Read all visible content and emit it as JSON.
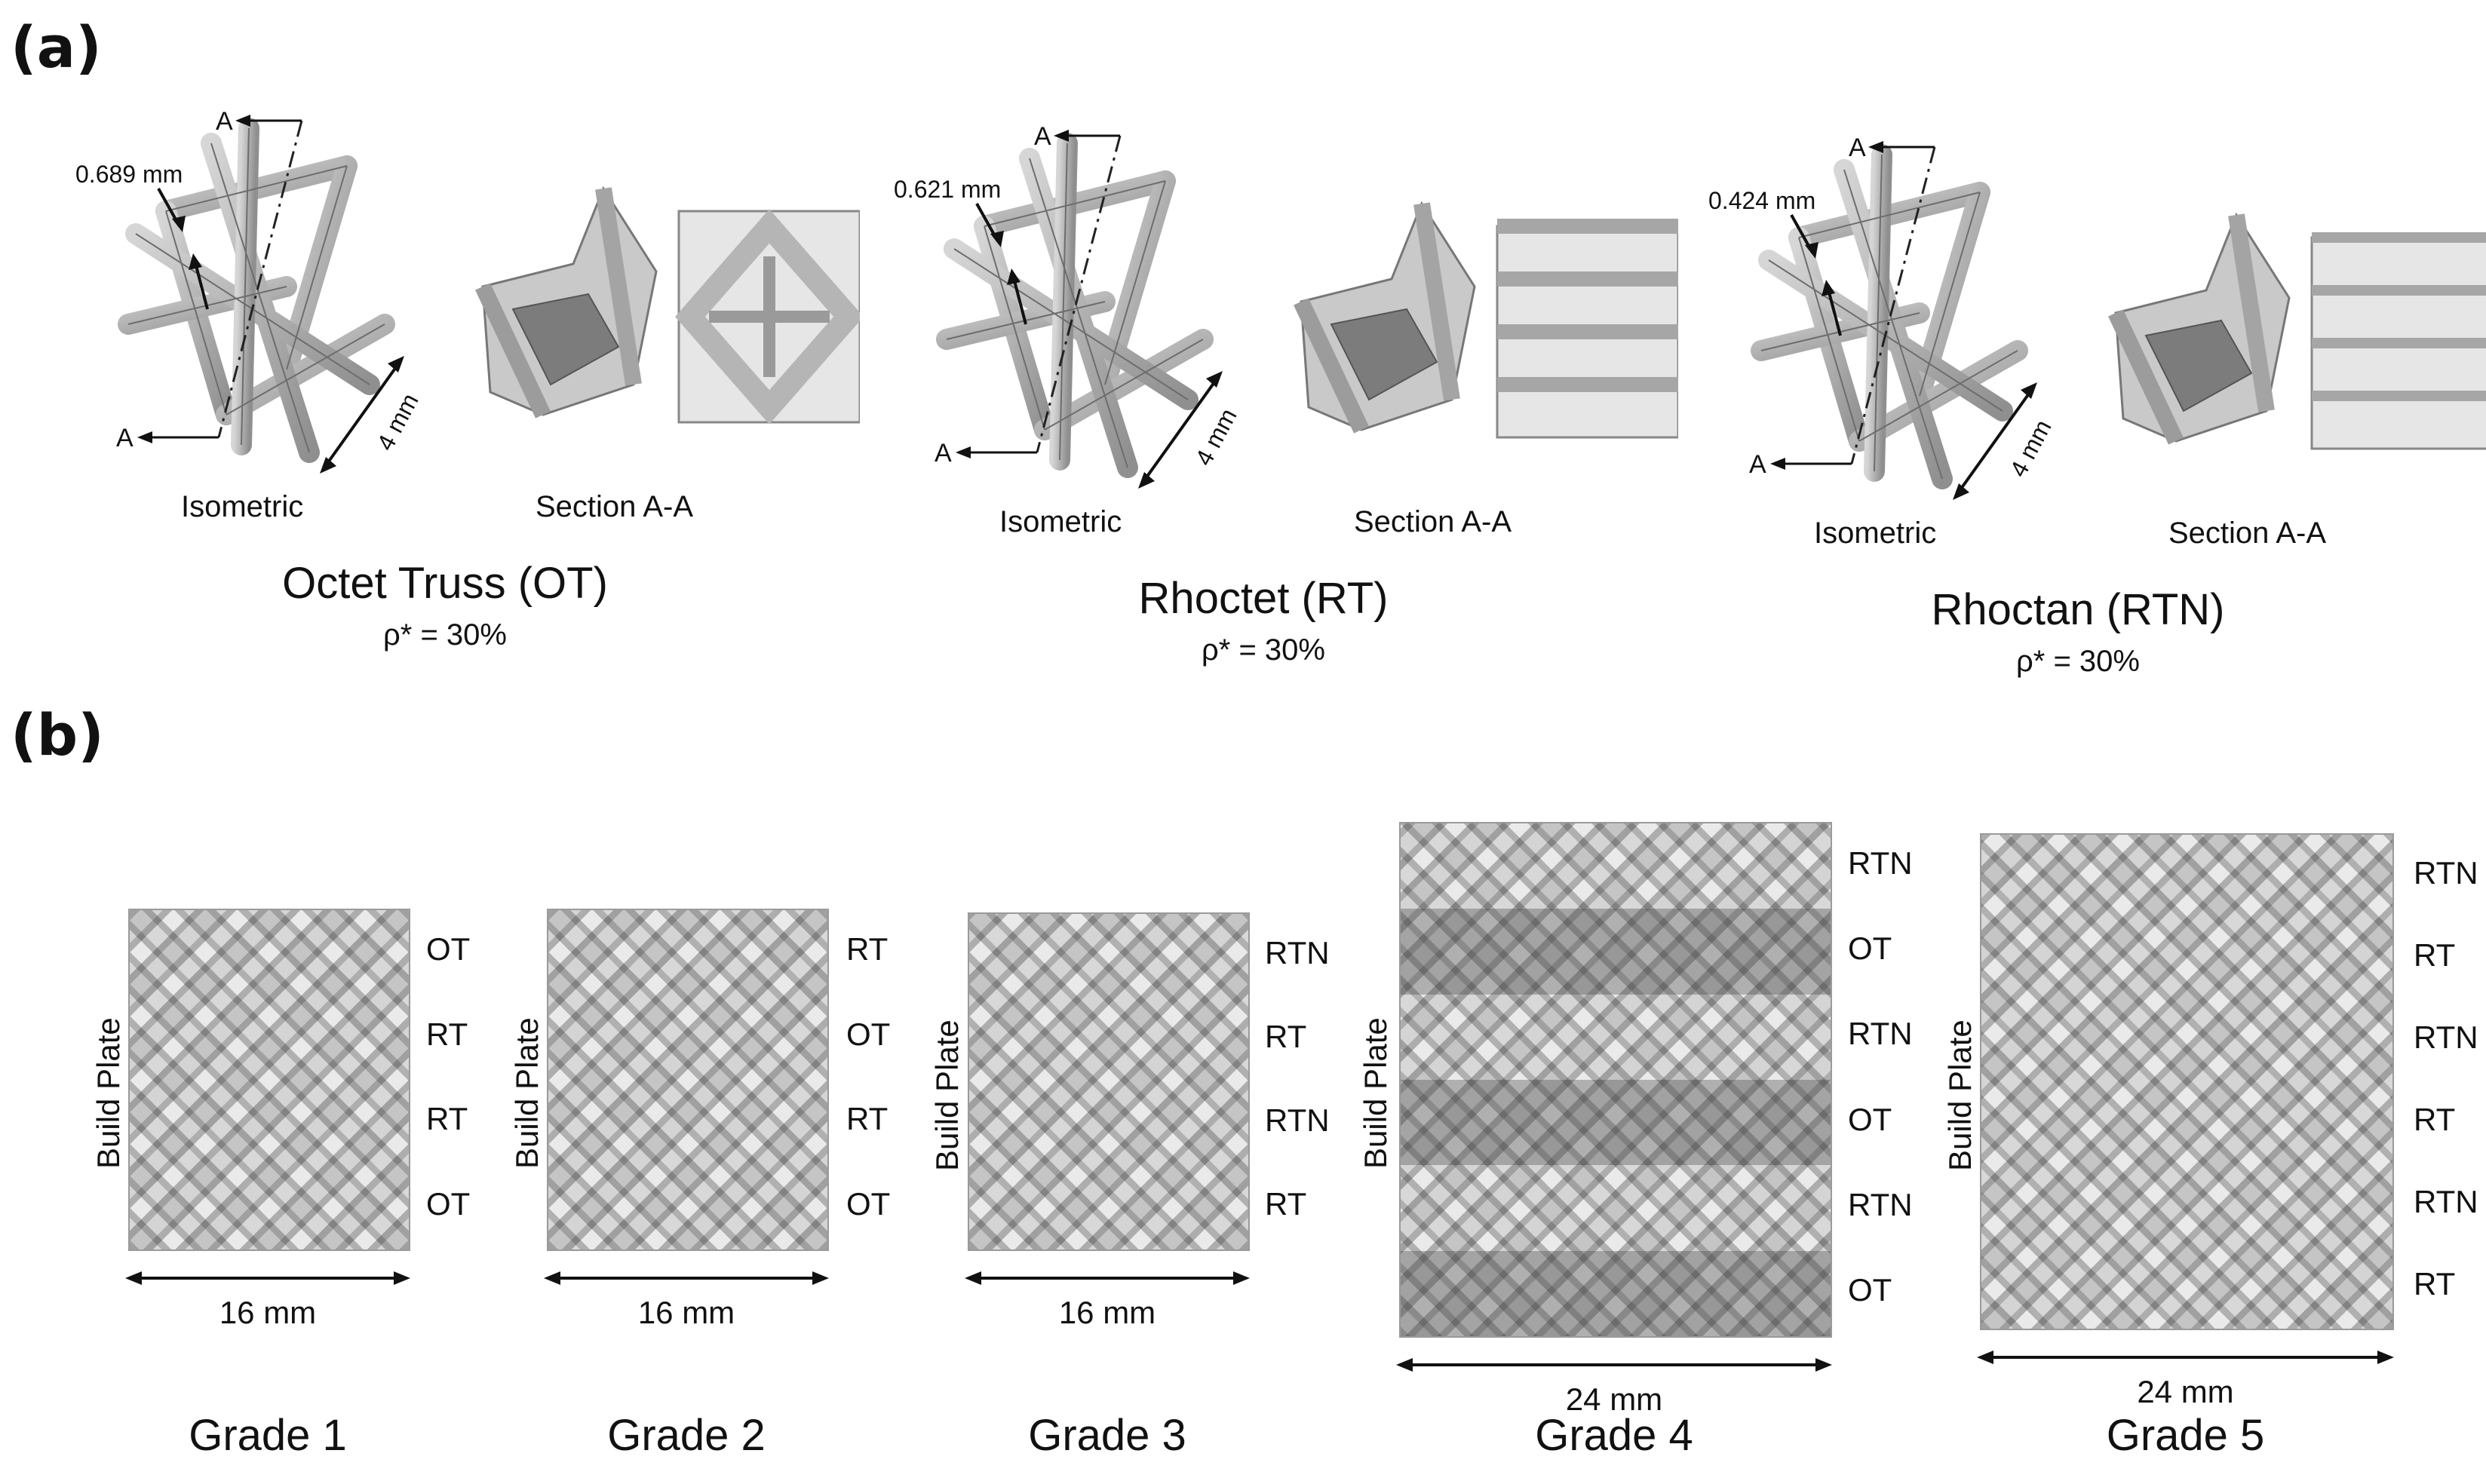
{
  "panel_a": {
    "label": "(a)",
    "cells": [
      {
        "name": "Octet Truss (OT)",
        "density": "ρ* = 30%",
        "thickness": "0.689 mm",
        "size": "4 mm",
        "section_letter": "A",
        "view_iso": "Isometric",
        "view_section": "Section A-A"
      },
      {
        "name": "Rhoctet (RT)",
        "density": "ρ* = 30%",
        "thickness": "0.621 mm",
        "size": "4 mm",
        "section_letter": "A",
        "view_iso": "Isometric",
        "view_section": "Section A-A"
      },
      {
        "name": "Rhoctan (RTN)",
        "density": "ρ* = 30%",
        "thickness": "0.424 mm",
        "size": "4 mm",
        "section_letter": "A",
        "view_iso": "Isometric",
        "view_section": "Section A-A"
      }
    ]
  },
  "panel_b": {
    "label": "(b)",
    "build_plate": "Build Plate",
    "grades": [
      {
        "name": "Grade 1",
        "width": "16 mm",
        "layers": [
          "OT",
          "RT",
          "RT",
          "OT"
        ]
      },
      {
        "name": "Grade 2",
        "width": "16 mm",
        "layers": [
          "RT",
          "OT",
          "RT",
          "OT"
        ]
      },
      {
        "name": "Grade 3",
        "width": "16 mm",
        "layers": [
          "RTN",
          "RT",
          "RTN",
          "RT"
        ]
      },
      {
        "name": "Grade 4",
        "width": "24 mm",
        "layers": [
          "RTN",
          "OT",
          "RTN",
          "OT",
          "RTN",
          "OT"
        ]
      },
      {
        "name": "Grade 5",
        "width": "24 mm",
        "layers": [
          "RTN",
          "RT",
          "RTN",
          "RT",
          "RTN",
          "RT"
        ]
      }
    ]
  }
}
